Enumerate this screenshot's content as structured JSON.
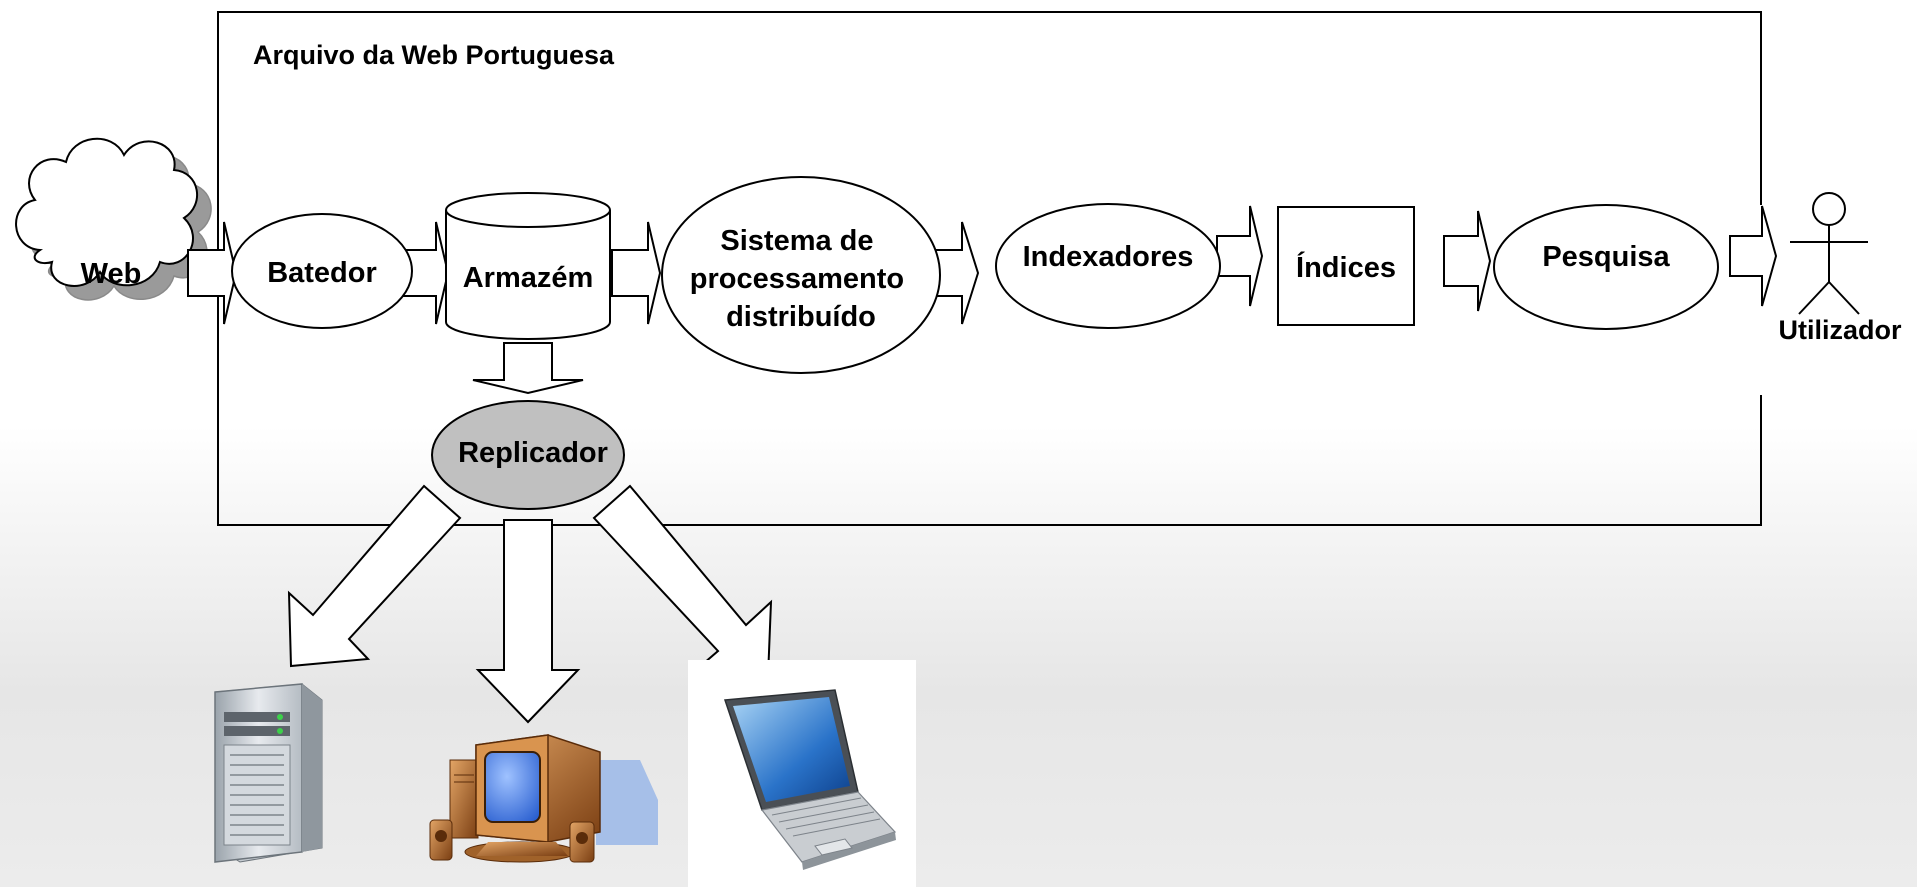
{
  "diagram": {
    "title": "Arquivo da Web Portuguesa",
    "nodes": {
      "web": "Web",
      "batedor": "Batedor",
      "armazem": "Armazém",
      "sistema": [
        "Sistema de",
        "processamento",
        "distribuído"
      ],
      "indexadores": "Indexadores",
      "indices": "Índices",
      "pesquisa": "Pesquisa",
      "utilizador": "Utilizador",
      "replicador": "Replicador"
    },
    "devices": [
      "server-icon",
      "desktop-computer-icon",
      "laptop-icon"
    ],
    "colors": {
      "stroke": "#000000",
      "fill": "#ffffff",
      "replicador_fill": "#c0c0c0",
      "cloud_shadow": "#9a9a9a",
      "screen_blue": "#3a6fd8",
      "computer_bronze": "#b8662a"
    }
  }
}
